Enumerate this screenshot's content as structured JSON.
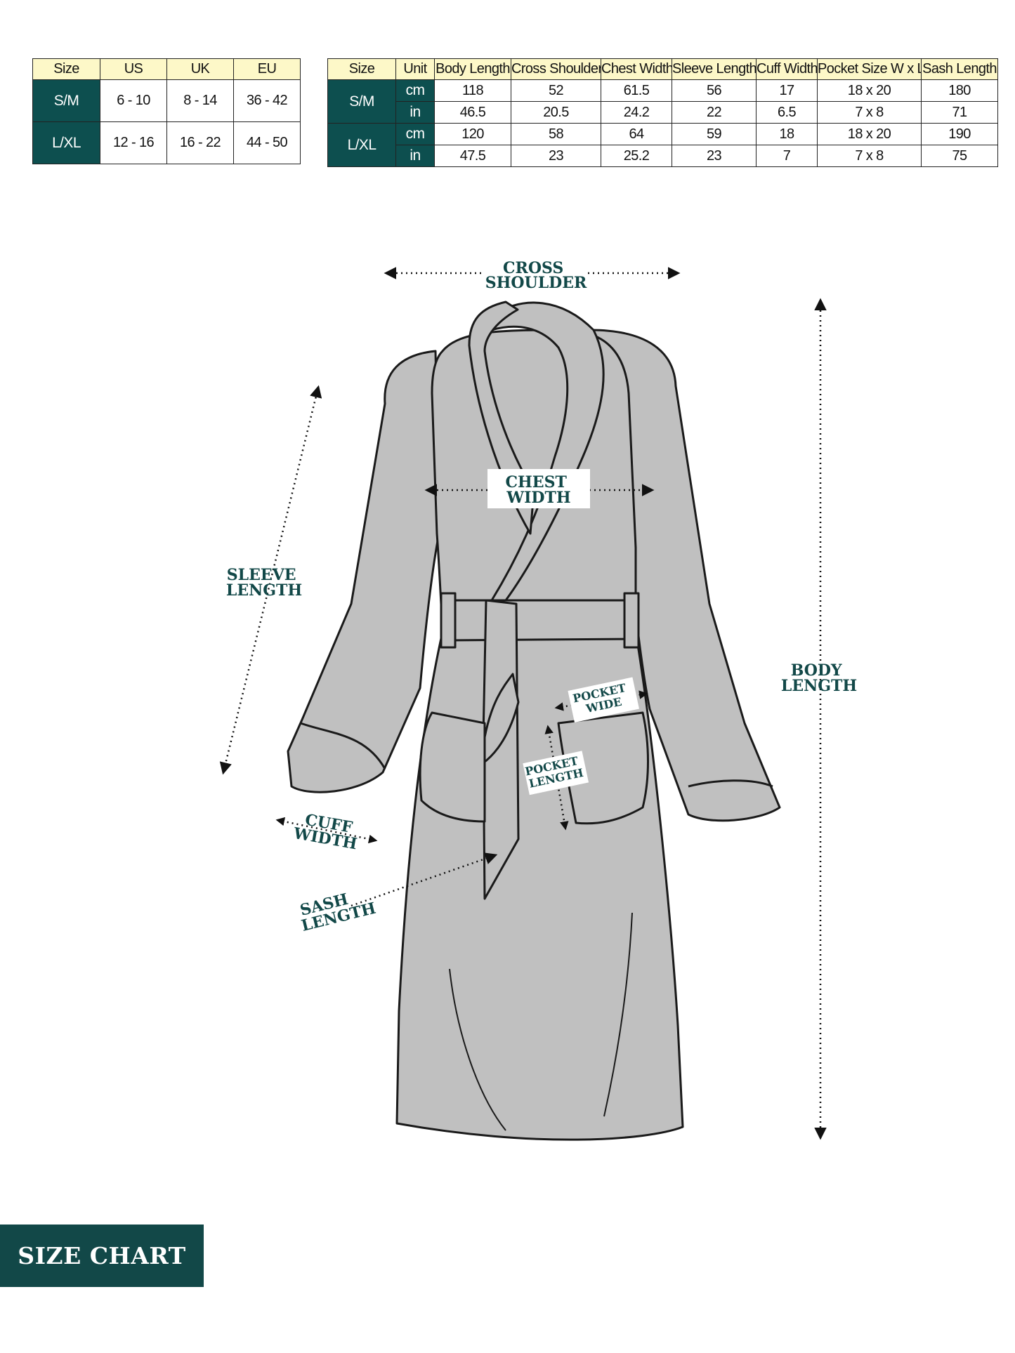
{
  "conversion_table": {
    "headers": [
      "Size",
      "US",
      "UK",
      "EU"
    ],
    "rows": [
      {
        "size": "S/M",
        "us": "6 - 10",
        "uk": "8 - 14",
        "eu": "36 - 42"
      },
      {
        "size": "L/XL",
        "us": "12 - 16",
        "uk": "16 - 22",
        "eu": "44 - 50"
      }
    ]
  },
  "measurement_table": {
    "headers": [
      "Size",
      "Unit",
      "Body Length",
      "Cross Shoulder",
      "Chest Width",
      "Sleeve Length",
      "Cuff Width",
      "Pocket Size W x L",
      "Sash Length"
    ],
    "groups": [
      {
        "size": "S/M",
        "rows": [
          {
            "unit": "cm",
            "values": [
              "118",
              "52",
              "61.5",
              "56",
              "17",
              "18 x 20",
              "180"
            ]
          },
          {
            "unit": "in",
            "values": [
              "46.5",
              "20.5",
              "24.2",
              "22",
              "6.5",
              "7 x 8",
              "71"
            ]
          }
        ]
      },
      {
        "size": "L/XL",
        "rows": [
          {
            "unit": "cm",
            "values": [
              "120",
              "58",
              "64",
              "59",
              "18",
              "18 x 20",
              "190"
            ]
          },
          {
            "unit": "in",
            "values": [
              "47.5",
              "23",
              "25.2",
              "23",
              "7",
              "7 x 8",
              "75"
            ]
          }
        ]
      }
    ]
  },
  "labels": {
    "cross_shoulder": [
      "CROSS",
      "SHOULDER"
    ],
    "chest_width": [
      "CHEST",
      "WIDTH"
    ],
    "sleeve_length": [
      "SLEEVE",
      "LENGTH"
    ],
    "body_length": [
      "BODY",
      "LENGTH"
    ],
    "pocket_wide": [
      "POCKET",
      "WIDE"
    ],
    "pocket_length": [
      "POCKET",
      "LENGTH"
    ],
    "cuff_width": [
      "CUFF",
      "WIDTH"
    ],
    "sash_length": [
      "SASH",
      "LENGTH"
    ]
  },
  "colors": {
    "header_fill": "#fdf8c8",
    "dark_teal": "#0d4f4f",
    "label_teal": "#124848",
    "robe_fill": "#c0c0c0"
  },
  "title": "SIZE CHART"
}
